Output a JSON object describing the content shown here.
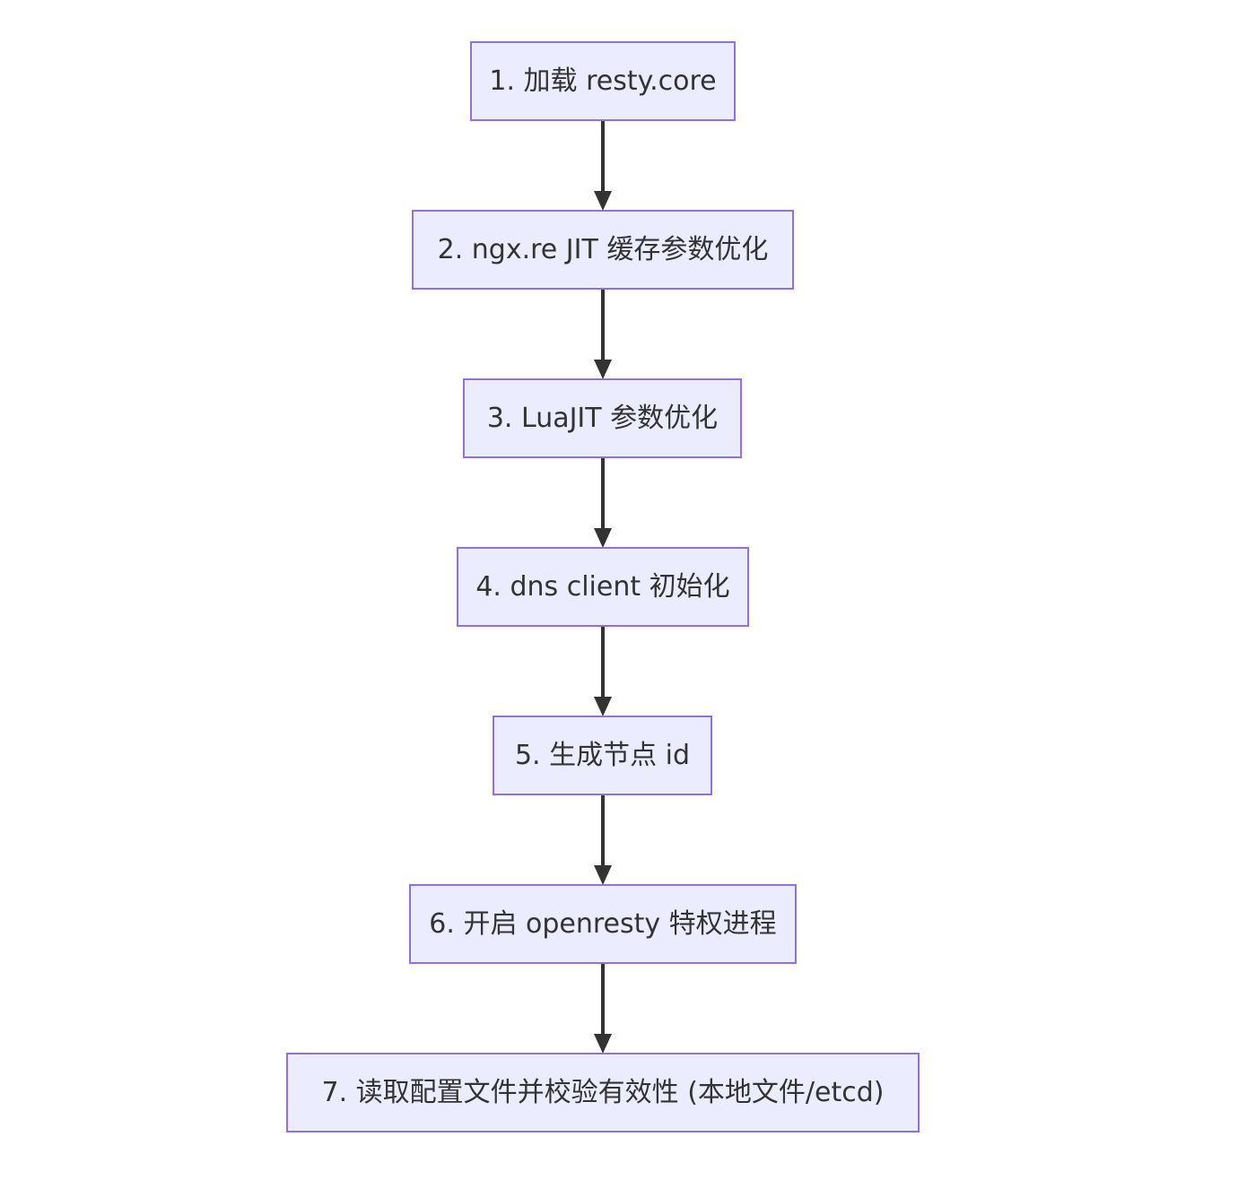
{
  "diagram": {
    "type": "flowchart",
    "direction": "top-to-bottom",
    "colors": {
      "node_fill": "#ececff",
      "node_border": "#9370db",
      "edge": "#333333",
      "text": "#333333"
    },
    "nodes": [
      {
        "id": "n1",
        "label": "1. 加载 resty.core"
      },
      {
        "id": "n2",
        "label": "2. ngx.re JIT 缓存参数优化"
      },
      {
        "id": "n3",
        "label": "3. LuaJIT 参数优化"
      },
      {
        "id": "n4",
        "label": "4. dns client 初始化"
      },
      {
        "id": "n5",
        "label": "5. 生成节点 id"
      },
      {
        "id": "n6",
        "label": "6. 开启 openresty 特权进程"
      },
      {
        "id": "n7",
        "label": "7. 读取配置文件并校验有效性 (本地文件/etcd)"
      }
    ],
    "edges": [
      {
        "from": "n1",
        "to": "n2"
      },
      {
        "from": "n2",
        "to": "n3"
      },
      {
        "from": "n3",
        "to": "n4"
      },
      {
        "from": "n4",
        "to": "n5"
      },
      {
        "from": "n5",
        "to": "n6"
      },
      {
        "from": "n6",
        "to": "n7"
      }
    ]
  }
}
